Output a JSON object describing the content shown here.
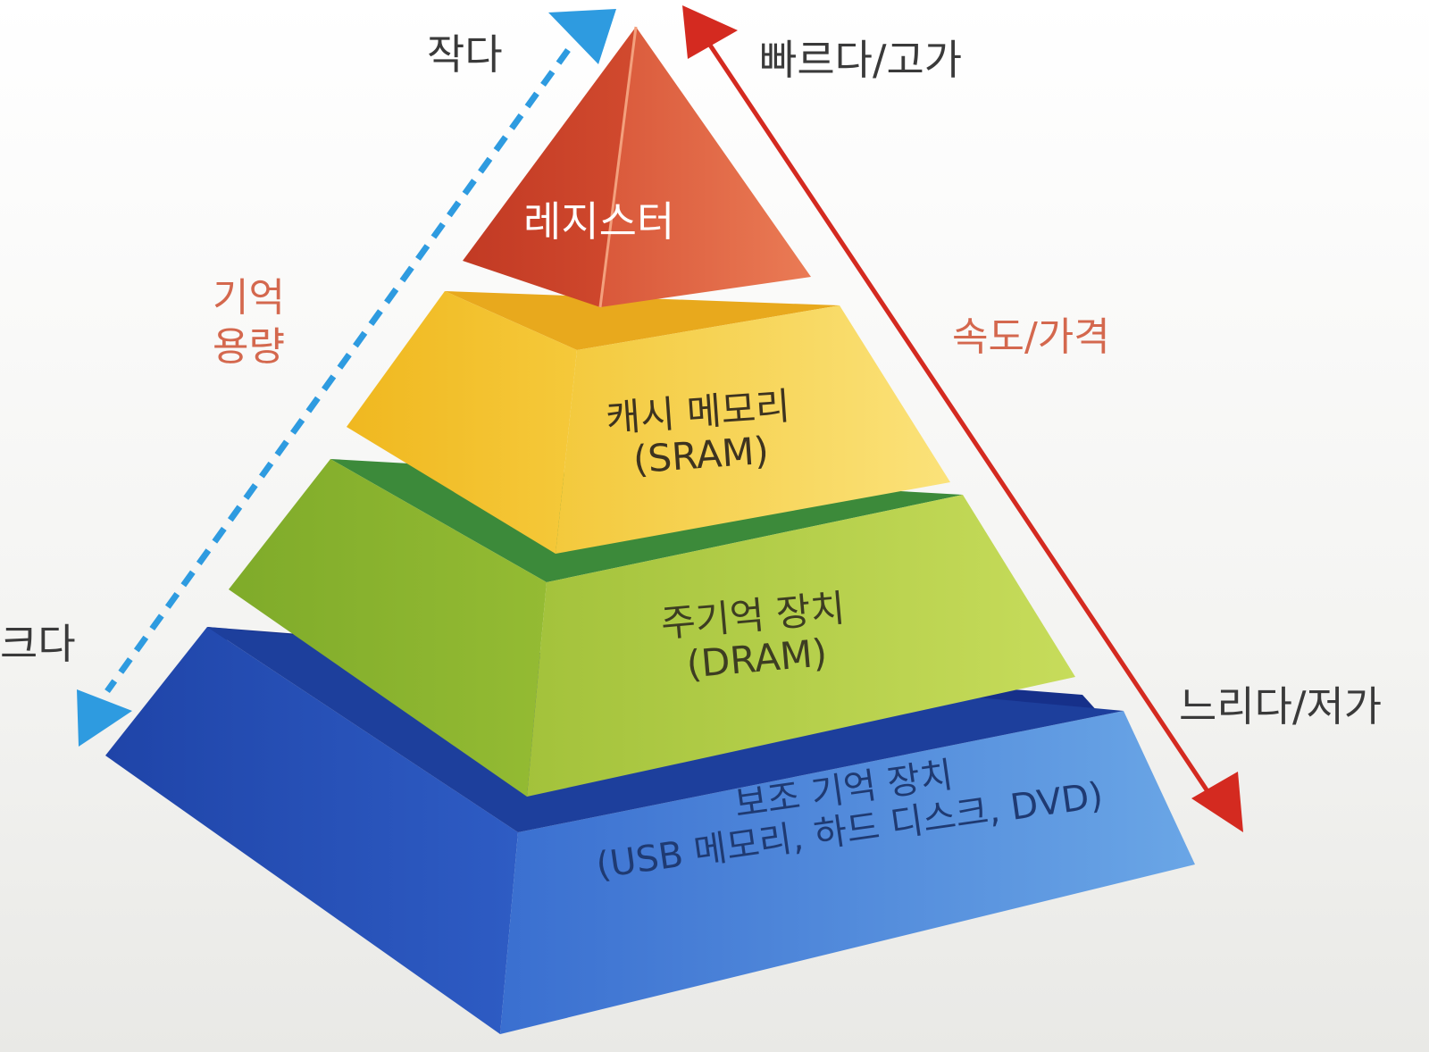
{
  "labels": {
    "small": "작다",
    "large": "크다",
    "fast_expensive": "빠르다/고가",
    "slow_cheap": "느리다/저가",
    "capacity_line1": "기억",
    "capacity_line2": "용량",
    "speed_price": "속도/가격"
  },
  "tiers": [
    {
      "name": "레지스터",
      "sub": "",
      "color": "#cf4a2f"
    },
    {
      "name": "캐시 메모리",
      "sub": "(SRAM)",
      "color": "#f2c94c"
    },
    {
      "name": "주기억 장치",
      "sub": "(DRAM)",
      "color": "#a5c43a"
    },
    {
      "name": "보조 기억 장치",
      "sub": "(USB 메모리, 하드 디스크, DVD)",
      "color": "#4a86d6"
    }
  ],
  "colors": {
    "capacity_arrow": "#2e9be0",
    "speed_arrow": "#d42a20",
    "axis_text": "#d4684e"
  }
}
